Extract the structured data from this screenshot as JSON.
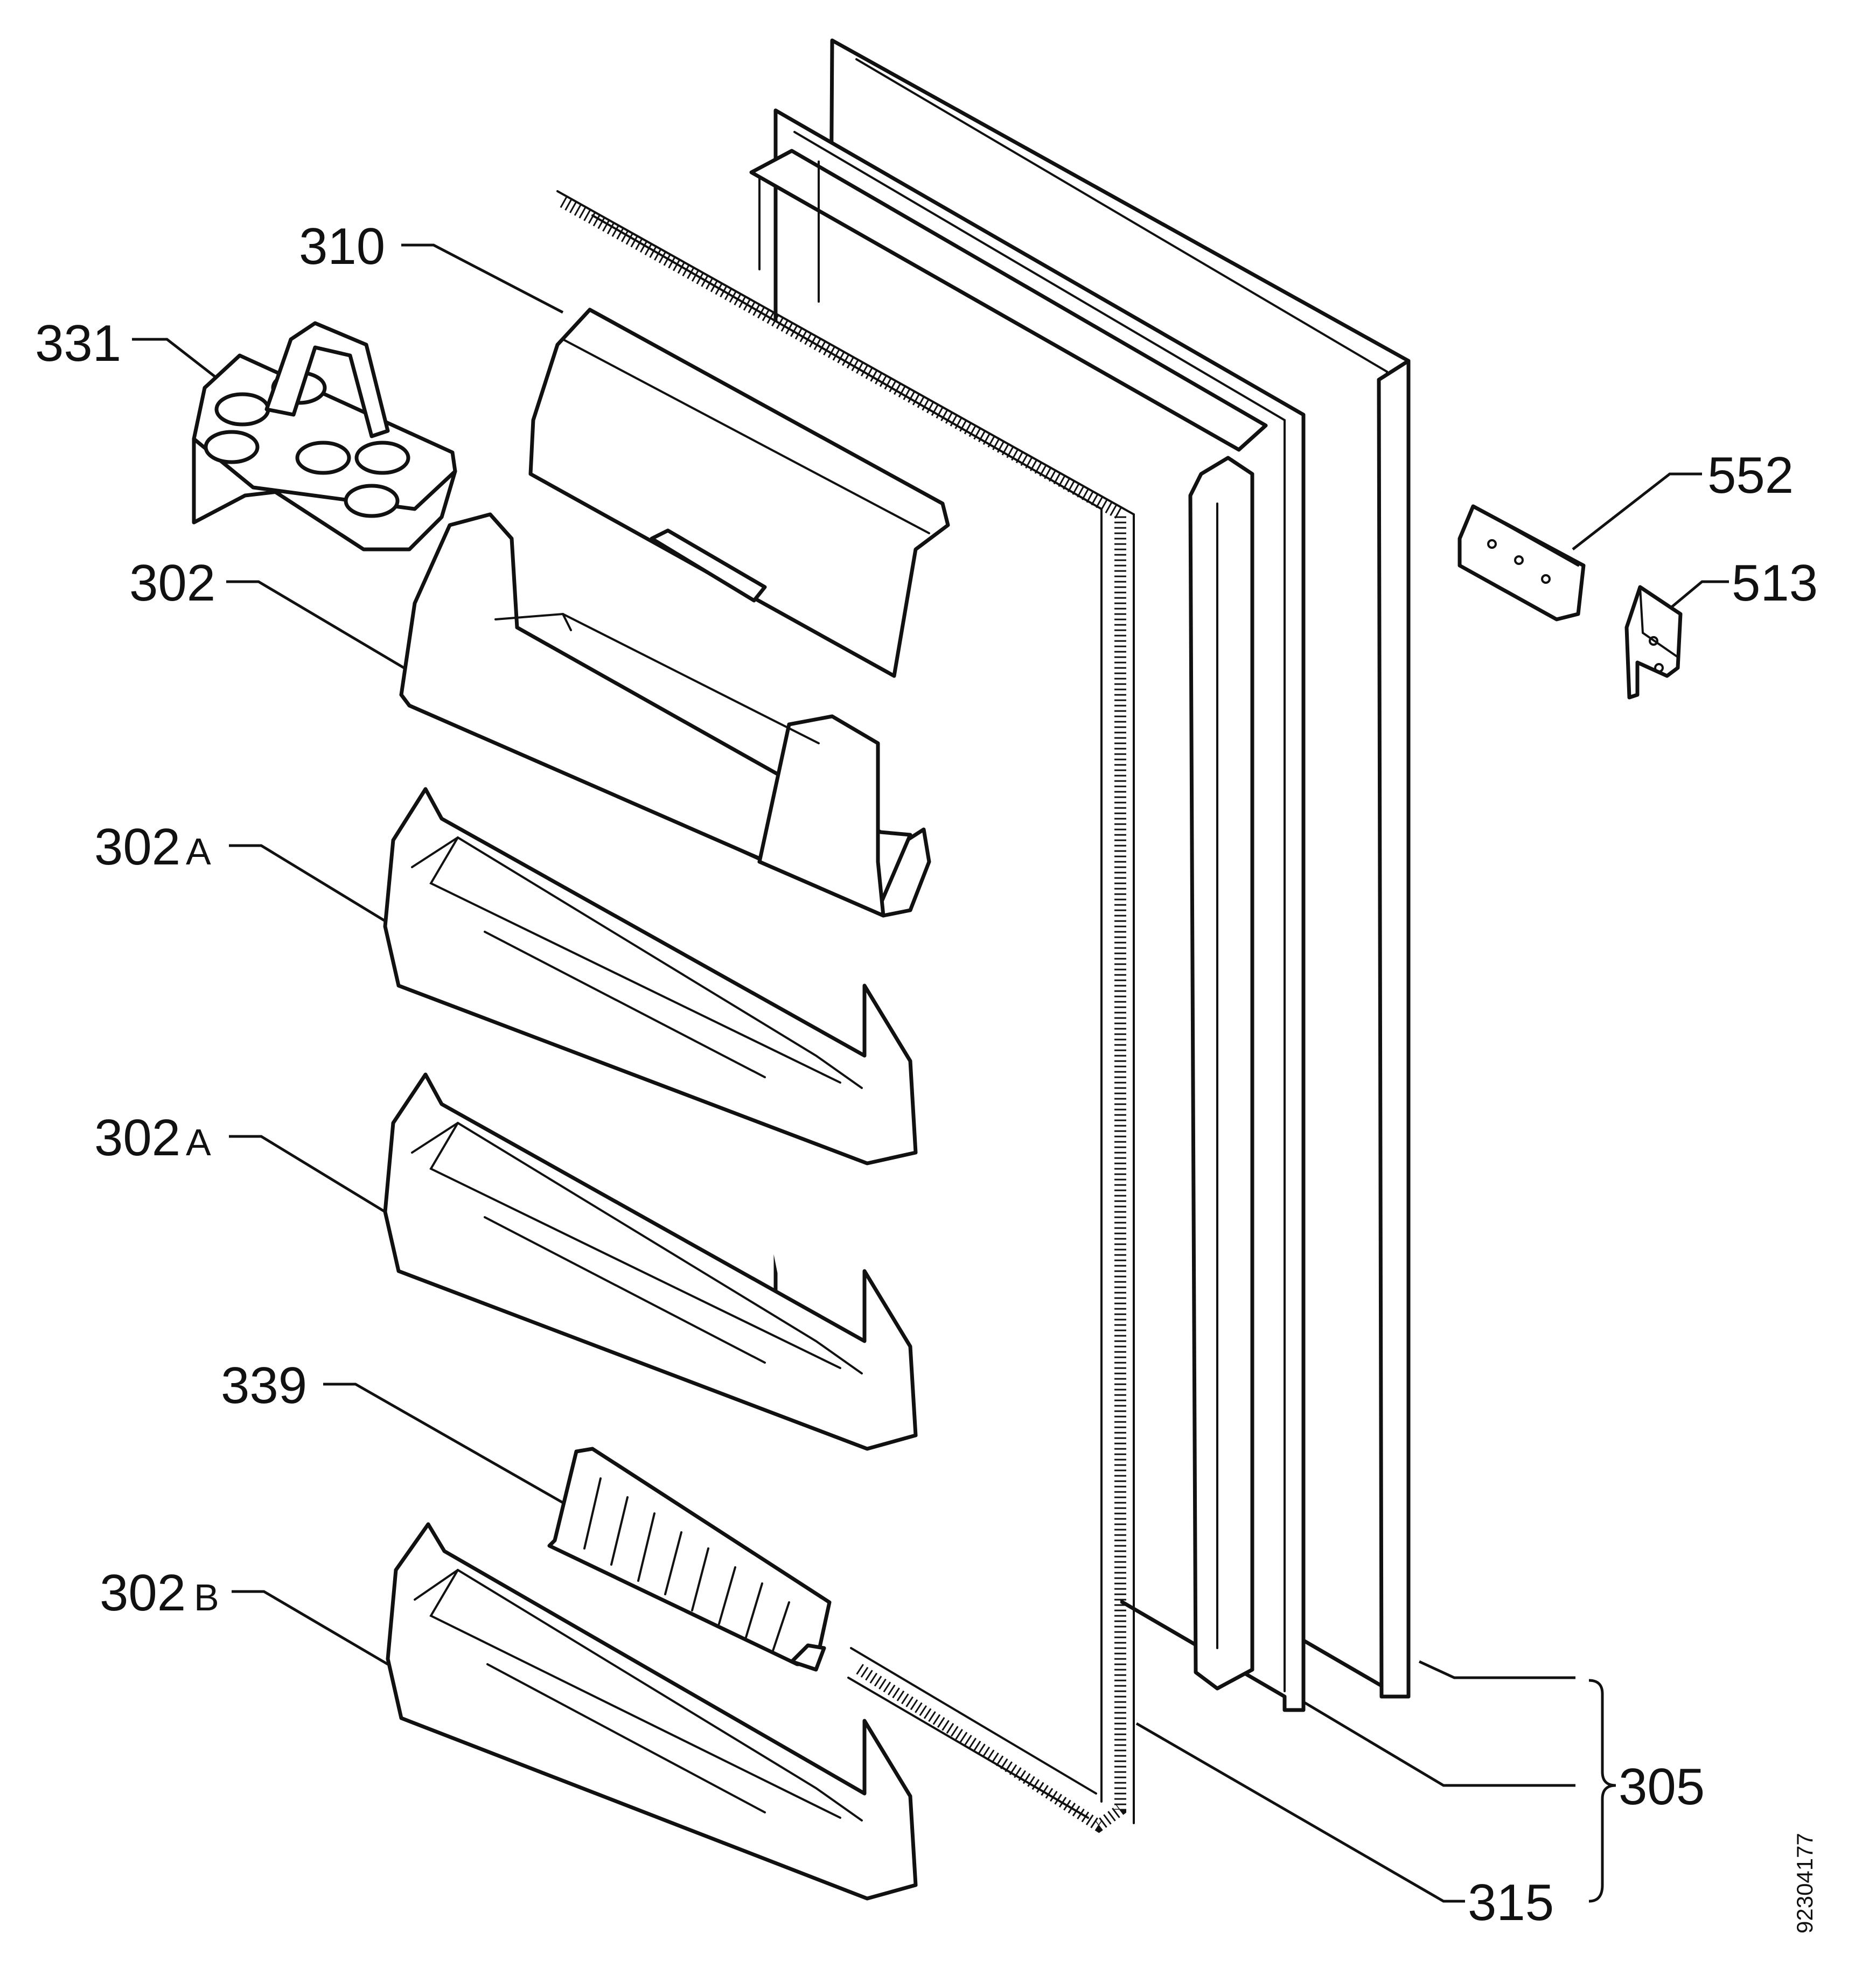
{
  "diagram": {
    "labels": {
      "l310": "310",
      "l331": "331",
      "l302": "302",
      "l302a1": "302",
      "l302a1_suffix": "A",
      "l302a2": "302",
      "l302a2_suffix": "A",
      "l339": "339",
      "l302b": "302",
      "l302b_suffix": "B",
      "l552": "552",
      "l513": "513",
      "l305": "305",
      "l315": "315"
    },
    "drawing_code": "92304177",
    "line_color": "#111111",
    "background_color": "#ffffff"
  }
}
